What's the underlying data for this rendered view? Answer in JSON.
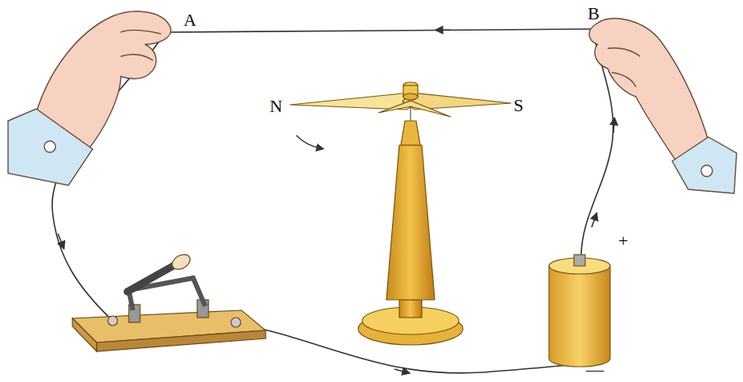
{
  "diagram": {
    "labels": [
      "A",
      "B",
      "N",
      "S",
      "+",
      "—"
    ]
  }
}
